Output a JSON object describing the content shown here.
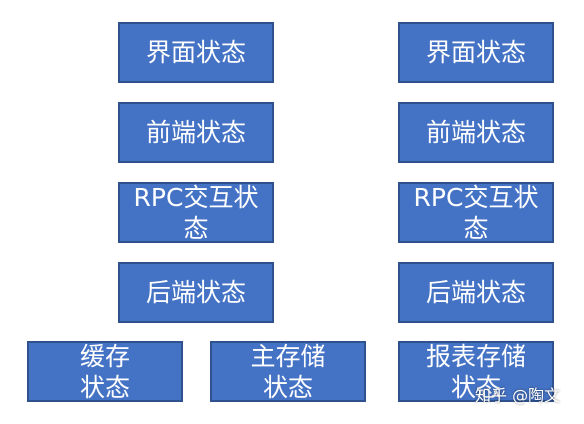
{
  "colors": {
    "box_fill": "#4472c4",
    "box_border": "#2f528f",
    "text": "#ffffff",
    "background": "#ffffff"
  },
  "left_column": {
    "ui_state": "界面状态",
    "frontend_state": "前端状态",
    "rpc_state": "RPC交互状态",
    "backend_state": "后端状态",
    "cache_state": "缓存状态",
    "main_storage_state": "主存储状态"
  },
  "right_column": {
    "ui_state": "界面状态",
    "frontend_state": "前端状态",
    "rpc_state": "RPC交互状态",
    "backend_state": "后端状态",
    "report_storage_state": "报表存储状态"
  },
  "watermark": "知乎 @陶文"
}
